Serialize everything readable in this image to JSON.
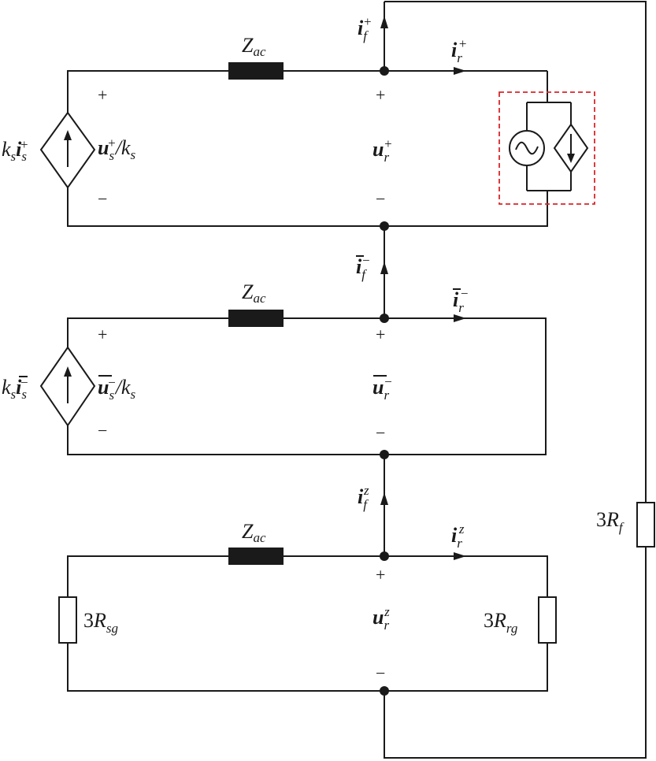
{
  "labels": {
    "zac": {
      "main": "Z",
      "sub": "ac"
    },
    "pos": {
      "ks_is": {
        "k": "k",
        "ksub": "s",
        "i": "i",
        "isub": "s",
        "isup": "+"
      },
      "us_ks": {
        "u": "u",
        "usub": "s",
        "usup": "+",
        "slash": "/",
        "k": "k",
        "ksub": "s"
      },
      "ur": {
        "u": "u",
        "sub": "r",
        "sup": "+"
      },
      "if": {
        "i": "i",
        "sub": "f",
        "sup": "+"
      },
      "ir": {
        "i": "i",
        "sub": "r",
        "sup": "+"
      }
    },
    "neg": {
      "ks_is": {
        "k": "k",
        "ksub": "s",
        "i": "i",
        "isub": "s",
        "isup": "−"
      },
      "us_ks": {
        "u": "u",
        "usub": "s",
        "usup": "−",
        "slash": "/",
        "k": "k",
        "ksub": "s"
      },
      "ur": {
        "u": "u",
        "sub": "r",
        "sup": "−"
      },
      "if": {
        "i": "i",
        "sub": "f",
        "sup": "−"
      },
      "ir": {
        "i": "i",
        "sub": "r",
        "sup": "−"
      }
    },
    "zero": {
      "ur": {
        "u": "u",
        "sub": "r",
        "sup": "z"
      },
      "if": {
        "i": "i",
        "sub": "f",
        "sup": "z"
      },
      "ir": {
        "i": "i",
        "sub": "r",
        "sup": "z"
      }
    },
    "r_sg": {
      "coef": "3",
      "R": "R",
      "sub": "sg"
    },
    "r_rg": {
      "coef": "3",
      "R": "R",
      "sub": "rg"
    },
    "r_f": {
      "coef": "3",
      "R": "R",
      "sub": "f"
    },
    "plus": "+",
    "minus": "−"
  },
  "colors": {
    "wire": "#1a1a1a",
    "dashed_box": "#d9262a"
  }
}
